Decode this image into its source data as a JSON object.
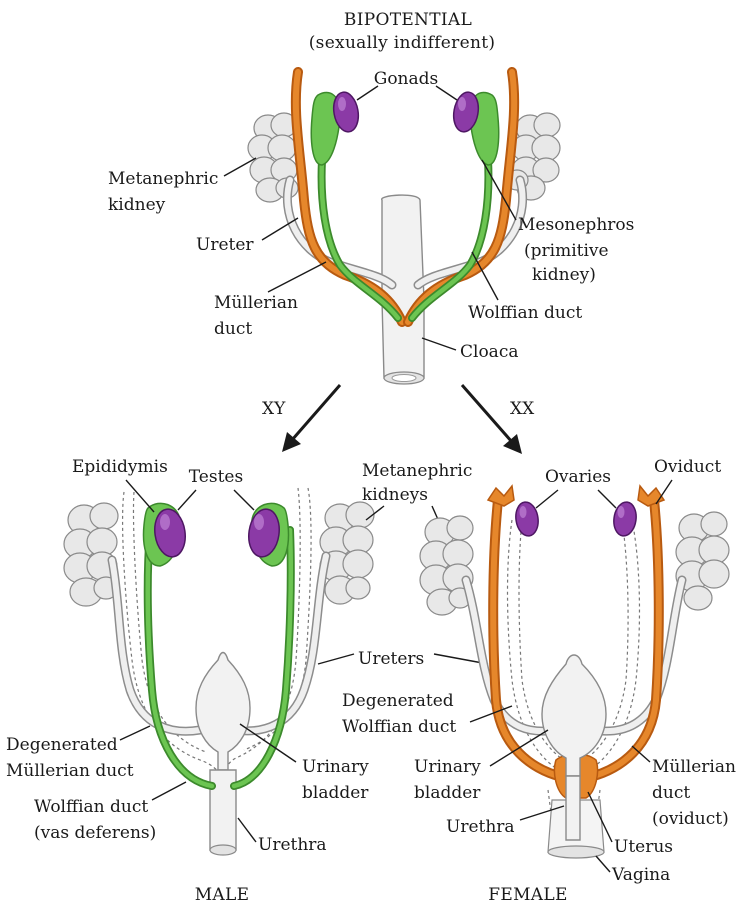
{
  "top": {
    "title_line1": "BIPOTENTIAL",
    "title_line2": "(sexually indifferent)",
    "gonads": "Gonads",
    "metanephric_line1": "Metanephric",
    "metanephric_line2": "kidney",
    "ureter": "Ureter",
    "mullerian_line1": "Müllerian",
    "mullerian_line2": "duct",
    "mesonephros_line1": "Mesonephros",
    "mesonephros_line2": "(primitive",
    "mesonephros_line3": "kidney)",
    "wolffian": "Wolffian duct",
    "cloaca": "Cloaca"
  },
  "branches": {
    "xy": "XY",
    "xx": "XX"
  },
  "male": {
    "caption": "MALE",
    "epididymis": "Epididymis",
    "testes": "Testes",
    "degen_mullerian_line1": "Degenerated",
    "degen_mullerian_line2": "Müllerian duct",
    "wolffian_line1": "Wolffian duct",
    "wolffian_line2": "(vas deferens)",
    "urethra": "Urethra",
    "bladder_line1": "Urinary",
    "bladder_line2": "bladder"
  },
  "shared": {
    "metanephric_line1": "Metanephric",
    "metanephric_line2": "kidneys",
    "ureters": "Ureters"
  },
  "female": {
    "caption": "FEMALE",
    "ovaries": "Ovaries",
    "oviduct": "Oviduct",
    "degen_wolffian_line1": "Degenerated",
    "degen_wolffian_line2": "Wolffian duct",
    "bladder_line1": "Urinary",
    "bladder_line2": "bladder",
    "urethra": "Urethra",
    "mullerian_line1": "Müllerian",
    "mullerian_line2": "duct",
    "mullerian_line3": "(oviduct)",
    "uterus": "Uterus",
    "vagina": "Vagina"
  },
  "colors": {
    "gonad": "#8b3aa6",
    "wolffian": "#6cc552",
    "mullerian": "#e6872b",
    "kidney": "#e8e8e8"
  }
}
